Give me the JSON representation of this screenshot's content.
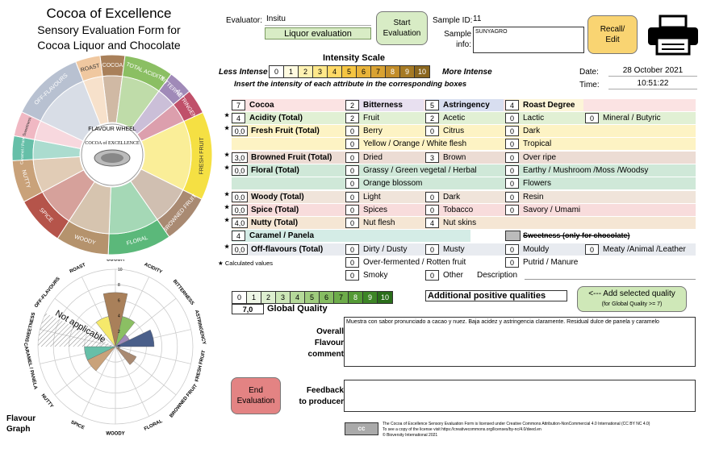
{
  "title": {
    "line1": "Cocoa of Excellence",
    "line2": "Sensory Evaluation Form for",
    "line3": "Cocoa Liquor and Chocolate"
  },
  "header": {
    "evaluator_label": "Evaluator:",
    "evaluator_value": "Insitu",
    "mode_value": "Liquor evaluation",
    "start_button": [
      "Start",
      "Evaluation"
    ],
    "sample_id_label": "Sample ID:",
    "sample_id_value": "11",
    "sample_info_label": [
      "Sample",
      "info:"
    ],
    "sample_info_value": "SUNYAGRO",
    "recall_button": [
      "Recall/",
      "Edit"
    ],
    "date_label": "Date:",
    "date_value": "28 October 2021",
    "time_label": "Time:",
    "time_value": "10:51:22"
  },
  "intensity": {
    "title": "Intensity Scale",
    "less": "Less Intense",
    "more": "More Intense",
    "values": [
      "0",
      "1",
      "2",
      "3",
      "4",
      "5",
      "6",
      "7",
      "8",
      "9",
      "10"
    ],
    "colors": [
      "#ffffff",
      "#fffbe0",
      "#fff2b3",
      "#ffe88a",
      "#ffd966",
      "#f5c542",
      "#e8b33a",
      "#d9a232",
      "#c28d2a",
      "#a67a24",
      "#8a661e"
    ],
    "instruction": "Insert the intensity of each attribute in the corresponding boxes"
  },
  "attributes": {
    "cocoa": {
      "label": "Cocoa",
      "value": "7"
    },
    "bitterness": {
      "label": "Bitterness",
      "value": "2"
    },
    "astringency": {
      "label": "Astringency",
      "value": "5"
    },
    "roast": {
      "label": "Roast Degree",
      "value": "4"
    },
    "acidity": {
      "label": "Acidity (Total)",
      "value": "4"
    },
    "fruit": {
      "label": "Fruit",
      "value": "2"
    },
    "acetic": {
      "label": "Acetic",
      "value": "2"
    },
    "lactic": {
      "label": "Lactic",
      "value": "0"
    },
    "mineral": {
      "label": "Mineral / Butyric",
      "value": "0"
    },
    "freshfruit": {
      "label": "Fresh Fruit (Total)",
      "value": "0,0"
    },
    "berry": {
      "label": "Berry",
      "value": "0"
    },
    "citrus": {
      "label": "Citrus",
      "value": "0"
    },
    "dark": {
      "label": "Dark",
      "value": "0"
    },
    "yellow": {
      "label": "Yellow / Orange / White flesh",
      "value": "0"
    },
    "tropical": {
      "label": "Tropical",
      "value": "0"
    },
    "browned": {
      "label": "Browned Fruit  (Total)",
      "value": "3,0"
    },
    "dried": {
      "label": "Dried",
      "value": "0"
    },
    "brown": {
      "label": "Brown",
      "value": "3"
    },
    "overripe": {
      "label": "Over ripe",
      "value": "0"
    },
    "floral": {
      "label": "Floral (Total)",
      "value": "0,0"
    },
    "grassy": {
      "label": "Grassy / Green vegetal / Herbal",
      "value": "0"
    },
    "earthy": {
      "label": "Earthy / Mushroom /Moss /Woodsy",
      "value": "0"
    },
    "orange": {
      "label": "Orange blossom",
      "value": "0"
    },
    "flowers": {
      "label": "Flowers",
      "value": "0"
    },
    "woody": {
      "label": "Woody (Total)",
      "value": "0,0"
    },
    "light": {
      "label": "Light",
      "value": "0"
    },
    "wdark": {
      "label": "Dark",
      "value": "0"
    },
    "resin": {
      "label": "Resin",
      "value": "0"
    },
    "spice": {
      "label": "Spice (Total)",
      "value": "0,0"
    },
    "spices": {
      "label": "Spices",
      "value": "0"
    },
    "tobacco": {
      "label": "Tobacco",
      "value": "0"
    },
    "savory": {
      "label": "Savory / Umami",
      "value": "0"
    },
    "nutty": {
      "label": "Nutty (Total)",
      "value": "4,0"
    },
    "nutflesh": {
      "label": "Nut flesh",
      "value": "0"
    },
    "nutskins": {
      "label": "Nut skins",
      "value": "4"
    },
    "caramel": {
      "label": "Caramel / Panela",
      "value": "4"
    },
    "sweetness": {
      "label": "Sweetness (only for chocolate)",
      "value": ""
    },
    "offflav": {
      "label": "Off-flavours (Total)",
      "value": "0,0"
    },
    "dirty": {
      "label": "Dirty / Dusty",
      "value": "0"
    },
    "musty": {
      "label": "Musty",
      "value": "0"
    },
    "mouldy": {
      "label": "Mouldy",
      "value": "0"
    },
    "meaty": {
      "label": "Meaty /Animal /Leather",
      "value": "0"
    },
    "overferm": {
      "label": "Over-fermented / Rotten fruit",
      "value": "0"
    },
    "putrid": {
      "label": "Putrid /  Manure",
      "value": "0"
    },
    "smoky": {
      "label": "Smoky",
      "value": "0"
    },
    "other": {
      "label": "Other",
      "value": "0"
    },
    "description": "Description",
    "calc_note": "Calculated values"
  },
  "quality": {
    "scale": [
      "0",
      "1",
      "2",
      "3",
      "4",
      "5",
      "6",
      "7",
      "8",
      "9",
      "10"
    ],
    "colors": [
      "#ffffff",
      "#eef6e6",
      "#ddeecf",
      "#cce6b7",
      "#b5d99a",
      "#9fcc7e",
      "#86bd62",
      "#6dac4a",
      "#549a36",
      "#3d8526",
      "#2a6d1a"
    ],
    "global_value": "7,0",
    "global_label": "Global Quality",
    "additional_label": "Additional positive qualities",
    "add_button": "<--- Add selected quality",
    "add_button_sub": "(for Global Quality >= 7)"
  },
  "comments": {
    "overall_label": [
      "Overall",
      "Flavour",
      "comment"
    ],
    "overall_value": "Muestra con sabor pronunciado a cacao y nuez. Baja acidez y astringencia claramente. Residual dulce de panela y caramelo",
    "feedback_label": [
      "Feedback",
      "to producer"
    ],
    "feedback_value": "",
    "end_button": [
      "End",
      "Evaluation"
    ]
  },
  "license": {
    "line1": "The Cocoa of Excellence Sensory Evaluation Form is licensed under Creative Commons Attribution-NonCommercial 4.0 International (CC BY NC 4.0)",
    "line2": "To see a copy of the license visit https://creativecommons.org/licenses/by-nc/4.0/deed.en",
    "line3": "© Bioversity International 2021",
    "badge": "cc"
  },
  "wheel": {
    "center_label": "FLAVOUR WHEEL",
    "logo_text": "COCOA of EXCELLENCE",
    "sectors": [
      {
        "label": "COCOA",
        "color": "#a9805a"
      },
      {
        "label": "TOTAL ACIDITY",
        "color": "#8bbf63"
      },
      {
        "label": "BITTERNESS",
        "color": "#a08ab8"
      },
      {
        "label": "ASTRINGENCY",
        "color": "#c0506a"
      },
      {
        "label": "FRESH FRUIT",
        "color": "#f5e043"
      },
      {
        "label": "BROWNED FRUIT",
        "color": "#a98a72"
      },
      {
        "label": "FLORAL",
        "color": "#5bb87a"
      },
      {
        "label": "WOODY",
        "color": "#b5936d"
      },
      {
        "label": "SPICE",
        "color": "#b5544a"
      },
      {
        "label": "NUTTY",
        "color": "#c9a27a"
      },
      {
        "label": "Caramel / Panela",
        "color": "#66bfa8"
      },
      {
        "label": "Sweetness",
        "color": "#f0b8c3"
      },
      {
        "label": "OFF-FLAVOURS",
        "color": "#b8c1d1"
      },
      {
        "label": "ROAST",
        "color": "#f0c8a0"
      }
    ]
  },
  "graph": {
    "label": [
      "Flavour",
      "Graph"
    ],
    "not_applicable": "Not applicable",
    "ticks": [
      "0",
      "2",
      "4",
      "6",
      "8",
      "10"
    ]
  },
  "chart_data": {
    "type": "radar",
    "title": "",
    "categories": [
      "COCOA",
      "ACIDITY",
      "BITTERNESS",
      "ASTRINGENCY",
      "FRESH FRUIT",
      "BROWNED FRUIT",
      "FLORAL",
      "WOODY",
      "SPICE",
      "NUTTY",
      "CARAMEL / PANELA",
      "SWEETNESS",
      "OFF-FLAVOURS",
      "ROAST"
    ],
    "values": [
      7,
      4,
      2,
      5,
      0,
      3,
      0,
      0,
      0,
      4,
      4,
      null,
      0,
      4
    ],
    "colors": [
      "#a9805a",
      "#8bbf63",
      "#a08ab8",
      "#4a5f8a",
      "#f5e043",
      "#a98a72",
      "#5bb87a",
      "#b5936d",
      "#b5544a",
      "#c9a27a",
      "#66bfa8",
      "#dddddd",
      "#b8c1d1",
      "#f5e96b"
    ],
    "rmax": 10
  }
}
